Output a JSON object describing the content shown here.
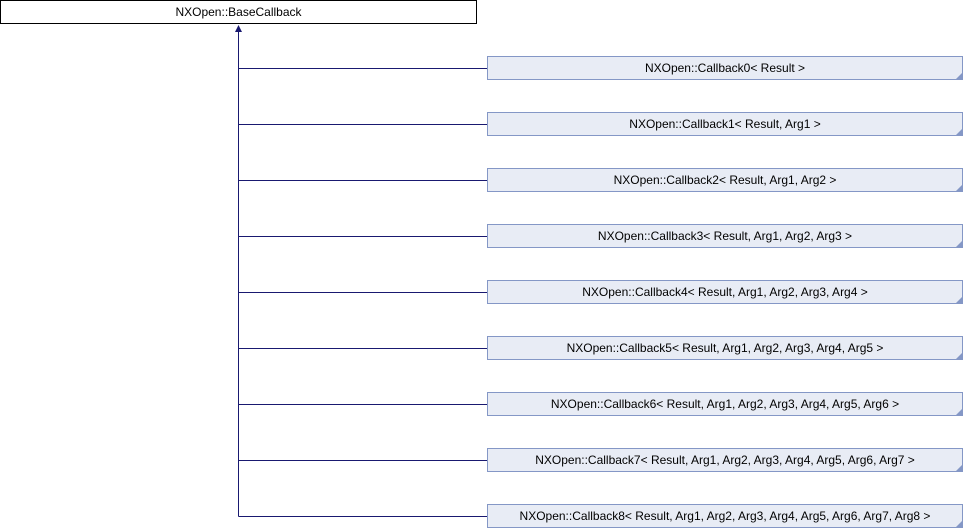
{
  "diagram": {
    "type": "inheritance",
    "base_class": {
      "label": "NXOpen::BaseCallback"
    },
    "derived_classes": [
      {
        "label": "NXOpen::Callback0< Result >"
      },
      {
        "label": "NXOpen::Callback1< Result, Arg1 >"
      },
      {
        "label": "NXOpen::Callback2< Result, Arg1, Arg2 >"
      },
      {
        "label": "NXOpen::Callback3< Result, Arg1, Arg2, Arg3 >"
      },
      {
        "label": "NXOpen::Callback4< Result, Arg1, Arg2, Arg3, Arg4 >"
      },
      {
        "label": "NXOpen::Callback5< Result, Arg1, Arg2, Arg3, Arg4, Arg5 >"
      },
      {
        "label": "NXOpen::Callback6< Result, Arg1, Arg2, Arg3, Arg4, Arg5, Arg6 >"
      },
      {
        "label": "NXOpen::Callback7< Result, Arg1, Arg2, Arg3, Arg4, Arg5, Arg6, Arg7 >"
      },
      {
        "label": "NXOpen::Callback8< Result, Arg1, Arg2, Arg3, Arg4, Arg5, Arg6, Arg7, Arg8 >"
      }
    ],
    "colors": {
      "edge": "#191970",
      "derived_fill": "#E8ECF5",
      "derived_border": "#8497C6",
      "base_border": "#000000"
    }
  }
}
